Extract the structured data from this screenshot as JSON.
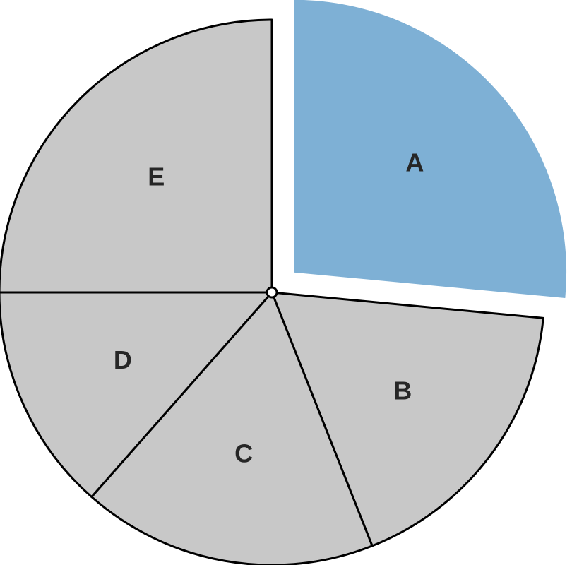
{
  "chart_data": {
    "type": "pie",
    "categories": [
      "A",
      "B",
      "C",
      "D",
      "E"
    ],
    "values": [
      26.5,
      17.5,
      17.5,
      13.5,
      25
    ],
    "unit": "%",
    "exploded": [
      "A"
    ],
    "colors": {
      "highlight": "#7eb0d5",
      "default": "#c8c8c8",
      "stroke": "#000000",
      "label": "#262626"
    }
  }
}
